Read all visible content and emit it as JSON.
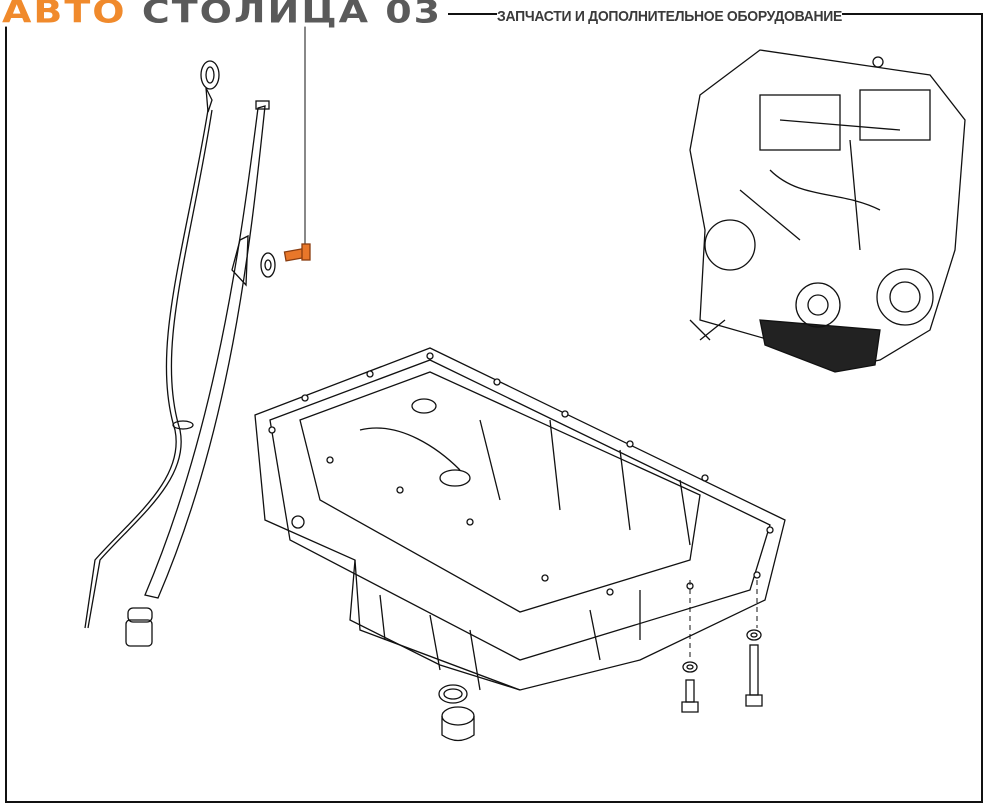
{
  "logo": {
    "part1": "АВТО",
    "part2": "СТОЛИЦА 03"
  },
  "tagline": "ЗАПЧАСТИ И ДОПОЛНИТЕЛЬНОЕ ОБОРУДОВАНИЕ",
  "colors": {
    "logo_orange": "#f08a2c",
    "logo_gray": "#5a5a5a",
    "highlight_bolt": "#e8772a"
  }
}
